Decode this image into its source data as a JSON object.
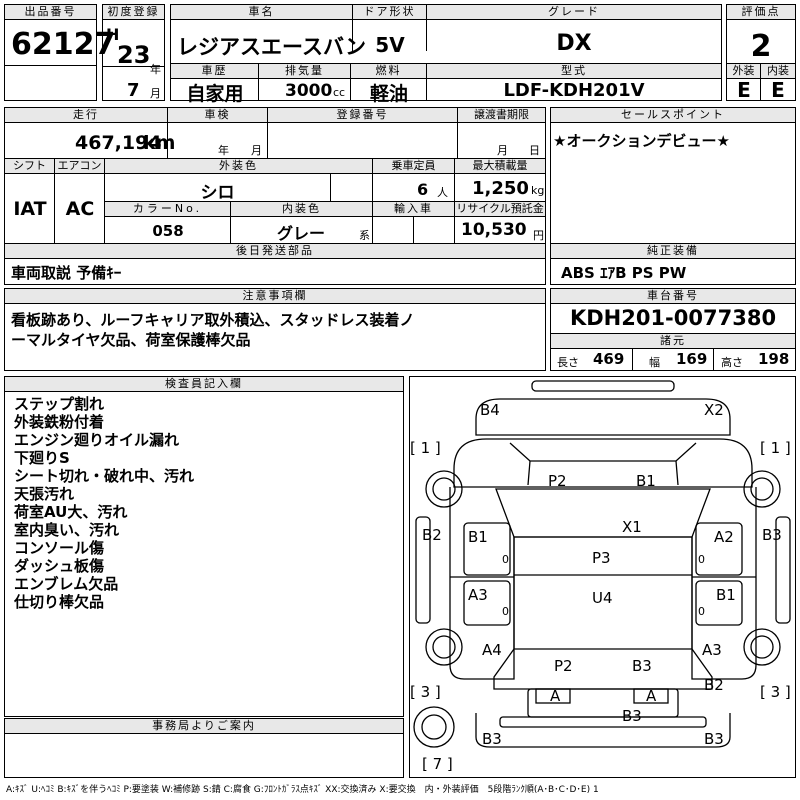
{
  "header": {
    "lot_label": "出品番号",
    "lot_number": "62127",
    "first_reg_label": "初度登録",
    "era": "H",
    "year": "23",
    "year_unit": "年",
    "month": "7",
    "month_unit": "月",
    "car_name_label": "車名",
    "car_name": "レジアスエースバン",
    "door_label": "ドア形状",
    "door": "5V",
    "grade_label": "グレード",
    "grade": "DX",
    "score_label": "評価点",
    "score": "2",
    "history_label": "車歴",
    "history": "自家用",
    "displacement_label": "排気量",
    "displacement": "3000",
    "displacement_unit": "cc",
    "fuel_label": "燃料",
    "fuel": "軽油",
    "model_label": "型式",
    "model": "LDF-KDH201V",
    "exterior_label": "外装",
    "exterior": "E",
    "interior_label": "内装",
    "interior": "E"
  },
  "row2": {
    "mileage_label": "走行",
    "mileage": "467,194",
    "mileage_unit": "km",
    "inspection_label": "車検",
    "inspection_year_unit": "年",
    "inspection_month_unit": "月",
    "reg_no_label": "登録番号",
    "transfer_label": "譲渡書期限",
    "transfer_month_unit": "月",
    "transfer_day_unit": "日",
    "sales_point_label": "セールスポイント",
    "sales_point": "★オークションデビュー★",
    "shift_label": "シフト",
    "shift": "IAT",
    "ac_label": "エアコン",
    "ac": "AC",
    "color_label": "外装色",
    "color": "シロ",
    "capacity_label": "乗車定員",
    "capacity": "6",
    "capacity_unit": "人",
    "max_load_label": "最大積載量",
    "max_load": "1,250",
    "max_load_unit": "kg",
    "color_no_label": "カラーNo.",
    "color_no": "058",
    "interior_color_label": "内装色",
    "interior_color": "グレー",
    "interior_color_unit": "系",
    "import_label": "輸入車",
    "recycle_label": "リサイクル預託金",
    "recycle": "10,530",
    "recycle_unit": "円",
    "later_parts_label": "後日発送部品",
    "later_parts": "車両取説 予備ｷｰ",
    "genuine_label": "純正装備",
    "genuine": "ABS ｴｱB PS PW"
  },
  "notes": {
    "caution_label": "注意事項欄",
    "caution_lines": [
      "看板跡あり、ルーフキャリア取外積込、スタッドレス装着ノ",
      "ーマルタイヤ欠品、荷室保護棒欠品"
    ],
    "chassis_label": "車台番号",
    "chassis": "KDH201-0077380",
    "dims_label": "諸元",
    "length_label": "長さ",
    "length": "469",
    "width_label": "幅",
    "width": "169",
    "height_label": "高さ",
    "height": "198"
  },
  "inspector": {
    "label": "検査員記入欄",
    "lines": [
      "ステップ割れ",
      "外装鉄粉付着",
      "エンジン廻りオイル漏れ",
      "下廻りS",
      "シート切れ・破れ中、汚れ",
      "天張汚れ",
      "荷室AU大、汚れ",
      "室内臭い、汚れ",
      "コンソール傷",
      "ダッシュ板傷",
      "エンブレム欠品",
      "仕切り棒欠品"
    ]
  },
  "office": {
    "label": "事務局よりご案内"
  },
  "diagram": {
    "bracket_1_left": "[ 1 ]",
    "bracket_1_right": "[ 1 ]",
    "bracket_3_left": "[ 3 ]",
    "bracket_3_right": "[ 3 ]",
    "bracket_7": "[ 7 ]",
    "zero": "0",
    "marks": {
      "b4": "B4",
      "x2": "X2",
      "p2_top": "P2",
      "b1_top": "B1",
      "x1": "X1",
      "b2_left": "B2",
      "b1_left": "B1",
      "p3": "P3",
      "a2": "A2",
      "b3_right": "B3",
      "a3_left": "A3",
      "u4": "U4",
      "b1_right": "B1",
      "a4": "A4",
      "p2_bottom": "P2",
      "b3_rear": "B3",
      "a3_right": "A3",
      "b2_right": "B2",
      "a_left": "A",
      "a_right": "A",
      "b3_bumper": "B3",
      "b3_bottom_left": "B3",
      "b3_bottom_right": "B3"
    }
  },
  "legend": "A:ｷｽﾞ U:ﾍｺﾐ B:ｷｽﾞを伴うﾍｺﾐ P:要塗装 W:補修跡 S:錆 C:腐食 G:ﾌﾛﾝﾄｶﾞﾗｽ点ｷｽﾞ XX:交換済み X:要交換　内・外装評価　5段階ﾗﾝｸ順(A･B･C･D･E) 1"
}
